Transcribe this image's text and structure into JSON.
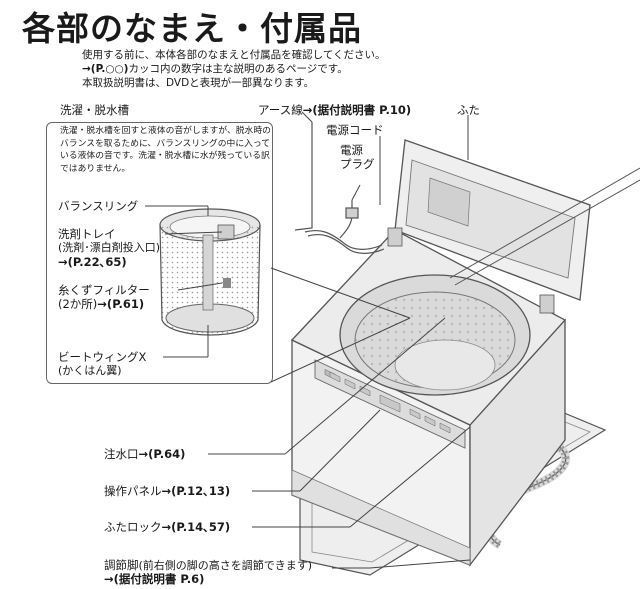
{
  "title": "各部のなまえ・付属品",
  "intro": {
    "line1": "使用する前に、本体各部のなまえと付属品を確認してください。",
    "line2_bold": "→(P.○○)",
    "line2_rest": "カッコ内の数字は主な説明のあるページです。",
    "line3": "本取扱説明書は、DVDと表現が一部異なります。"
  },
  "inset": {
    "heading": "洗濯・脱水槽",
    "note": "洗濯・脱水槽を回すと液体の音がしますが、脱水時のバランスを取るために、バランスリングの中に入っている液体の音です。洗濯・脱水槽に水が残っている訳ではありません。",
    "labels": {
      "balance_ring": "バランスリング",
      "detergent_tray": "洗剤トレイ",
      "detergent_tray_sub": "(洗剤･漂白剤投入口)",
      "detergent_tray_ref": "→(P.22､65)",
      "lint_filter": "糸くずフィルター",
      "lint_filter_sub": "(2か所)",
      "lint_filter_ref": "→(P.61)",
      "beat_wing": "ビートウィングX",
      "beat_wing_sub": "(かくはん翼)"
    }
  },
  "labels": {
    "earth_wire": "アース線",
    "earth_wire_ref": "→(据付説明書 P.10)",
    "lid": "ふた",
    "power_cord": "電源コード",
    "power_plug_1": "電源",
    "power_plug_2": "プラグ",
    "water_inlet": "注水口",
    "water_inlet_ref": "→(P.64)",
    "control_panel": "操作パネル",
    "control_panel_ref": "→(P.12､13)",
    "lid_lock": "ふたロック",
    "lid_lock_ref": "→(P.14､57)",
    "adjust_foot": "調節脚",
    "adjust_foot_sub": "(前右側の脚の高さを調節できます)",
    "adjust_foot_ref": "→(据付説明書 P.6)"
  }
}
